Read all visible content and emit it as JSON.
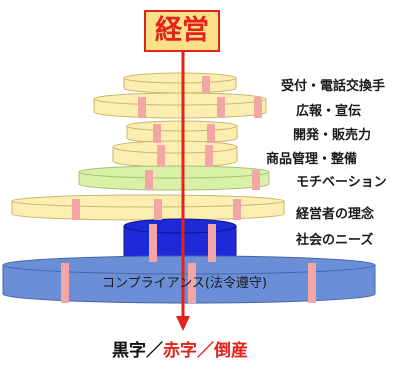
{
  "title": "経営",
  "layers": [
    {
      "label": "受付・電話交換手",
      "color": "#fbeeb0"
    },
    {
      "label": "広報・宣伝",
      "color": "#fbeeb0"
    },
    {
      "label": "開発・販売力",
      "color": "#fbeeb0"
    },
    {
      "label": "商品管理・整備",
      "color": "#fbeeb0"
    },
    {
      "label": "モチベーション",
      "color": "#d8f0a8"
    },
    {
      "label": "経営者の理念",
      "color": "#fbeeb0"
    },
    {
      "label": "社会のニーズ",
      "color": "#1e2ad8"
    },
    {
      "label": "コンプライアンス(法令遵守)",
      "color": "#6b8fd6"
    }
  ],
  "outcome": {
    "black": "黒字",
    "sep1": "／",
    "red1": "赤字",
    "sep2": "／",
    "red2": "倒産"
  },
  "colors": {
    "arrow": "#e2231a",
    "clip": "#f4a6a6",
    "title_fill": "#fbe08a",
    "title_border": "#e2231a"
  }
}
